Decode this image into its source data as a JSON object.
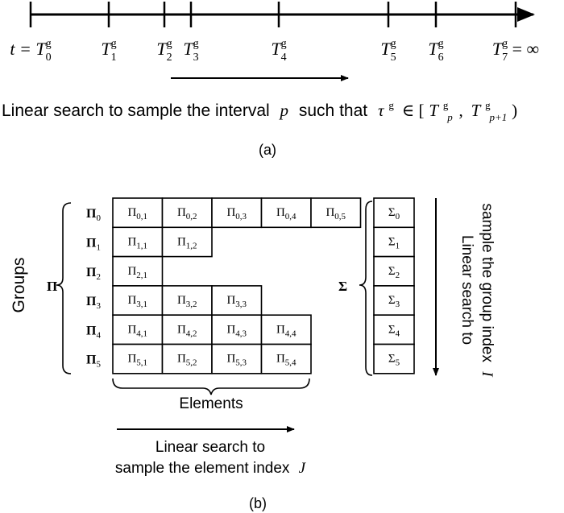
{
  "part_a": {
    "ticks": [
      {
        "id": 0,
        "base": "T",
        "sup": "g",
        "sub": "0",
        "prefix": "t = ",
        "suffix": ""
      },
      {
        "id": 1,
        "base": "T",
        "sup": "g",
        "sub": "1",
        "prefix": "",
        "suffix": ""
      },
      {
        "id": 2,
        "base": "T",
        "sup": "g",
        "sub": "2",
        "prefix": "",
        "suffix": ""
      },
      {
        "id": 3,
        "base": "T",
        "sup": "g",
        "sub": "3",
        "prefix": "",
        "suffix": ""
      },
      {
        "id": 4,
        "base": "T",
        "sup": "g",
        "sub": "4",
        "prefix": "",
        "suffix": ""
      },
      {
        "id": 5,
        "base": "T",
        "sup": "g",
        "sub": "5",
        "prefix": "",
        "suffix": ""
      },
      {
        "id": 6,
        "base": "T",
        "sup": "g",
        "sub": "6",
        "prefix": "",
        "suffix": ""
      },
      {
        "id": 7,
        "base": "T",
        "sup": "g",
        "sub": "7",
        "prefix": "",
        "suffix": " = ∞"
      }
    ],
    "caption_text": "Linear search to sample the interval",
    "caption_var": "p",
    "caption_mid": "such that",
    "caption_tau": "τ",
    "caption_g": "g",
    "caption_in": "∈ [",
    "caption_T": "T",
    "caption_sub_p": "p",
    "caption_sub_p1": "p+1",
    "caption_close": ")",
    "label": "(a)"
  },
  "part_b": {
    "groups_label": "Groups",
    "pi_symbol": "Π",
    "sigma_symbol": "Σ",
    "group_labels": [
      "Π0",
      "Π1",
      "Π2",
      "Π3",
      "Π4",
      "Π5"
    ],
    "rows": [
      [
        "Π0,1",
        "Π0,2",
        "Π0,3",
        "Π0,4",
        "Π0,5"
      ],
      [
        "Π1,1",
        "Π1,2"
      ],
      [
        "Π2,1"
      ],
      [
        "Π3,1",
        "Π3,2",
        "Π3,3"
      ],
      [
        "Π4,1",
        "Π4,2",
        "Π4,3",
        "Π4,4"
      ],
      [
        "Π5,1",
        "Π5,2",
        "Π5,3",
        "Π5,4"
      ]
    ],
    "sigma_cells": [
      "Σ0",
      "Σ1",
      "Σ2",
      "Σ3",
      "Σ4",
      "Σ5"
    ],
    "elements_label": "Elements",
    "element_search_line1": "Linear search to",
    "element_search_line2": "sample the element index",
    "element_search_var": "J",
    "group_search_line1": "Linear search to",
    "group_search_line2": "sample the group index",
    "group_search_var": "I",
    "label": "(b)"
  }
}
